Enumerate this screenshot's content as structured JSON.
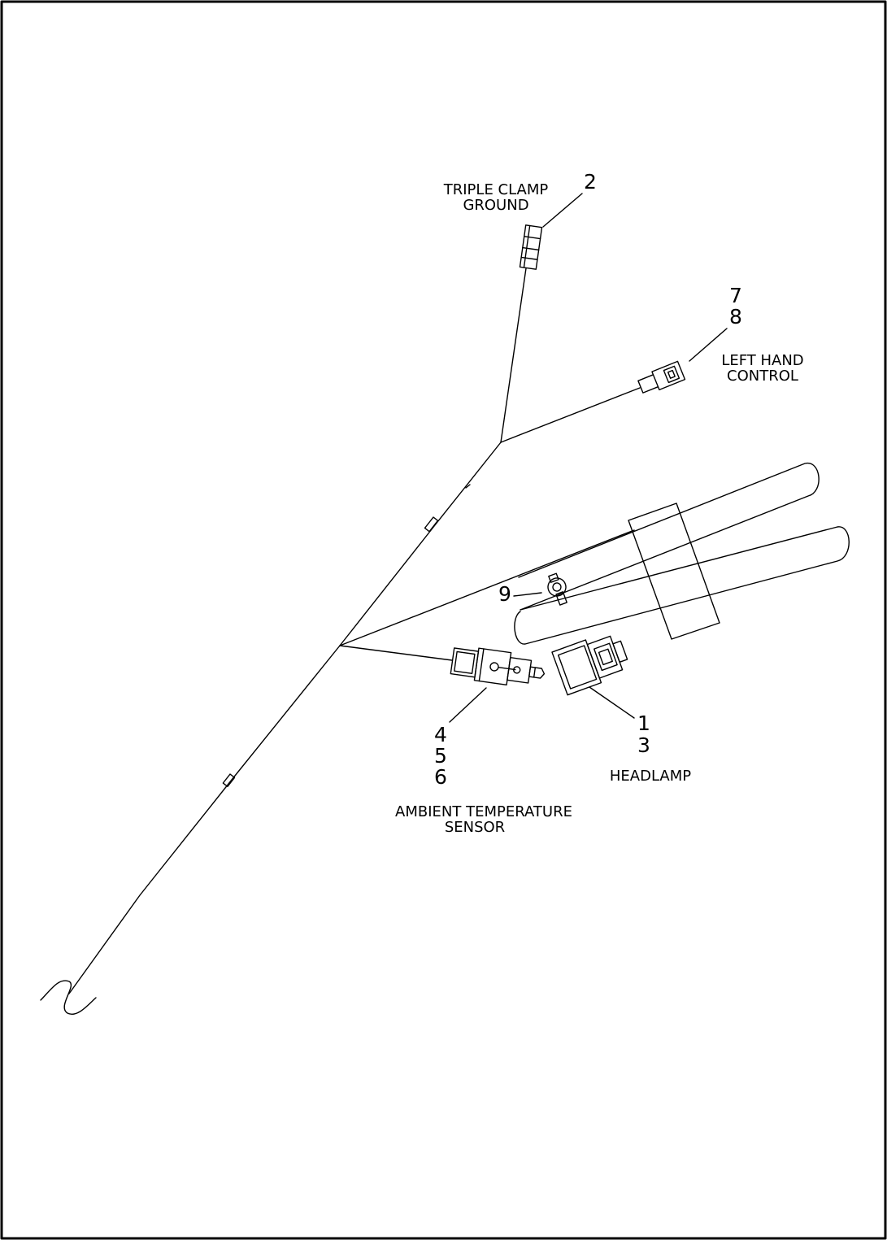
{
  "labels": {
    "triple_clamp": {
      "line1": "TRIPLE CLAMP",
      "line2": "GROUND"
    },
    "left_hand": {
      "line1": "LEFT HAND",
      "line2": "CONTROL"
    },
    "headlamp": "HEADLAMP",
    "ambient": {
      "line1": "AMBIENT TEMPERATURE",
      "line2": "SENSOR"
    }
  },
  "callouts": {
    "c2": "2",
    "c7": "7",
    "c8": "8",
    "c9": "9",
    "c1": "1",
    "c3": "3",
    "c4": "4",
    "c5": "5",
    "c6": "6"
  },
  "colors": {
    "line": "#000000",
    "background": "#ffffff"
  }
}
